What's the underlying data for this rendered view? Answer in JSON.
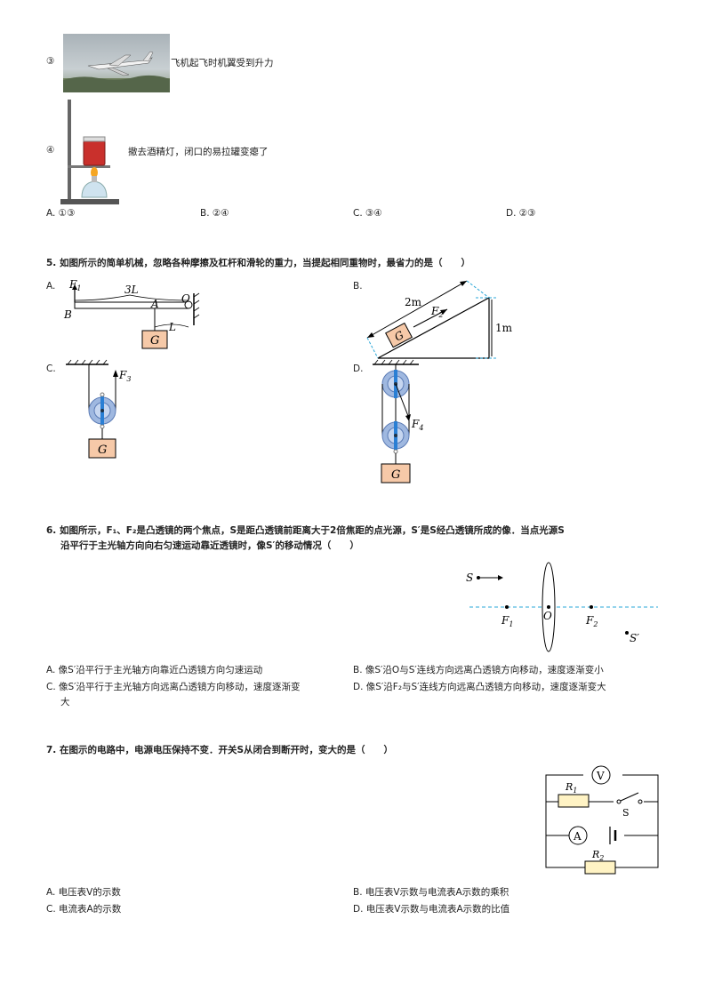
{
  "q4": {
    "item3": {
      "num": "③",
      "text": "飞机起飞时机翼受到升力"
    },
    "item4": {
      "num": "④",
      "text": "撤去酒精灯，闭口的易拉罐变瘪了"
    },
    "options": {
      "a": "A. ①③",
      "b": "B. ②④",
      "c": "C. ③④",
      "d": "D. ②③"
    }
  },
  "q5": {
    "stem": "5. 如图所示的简单机械，忽略各种摩擦及杠杆和滑轮的重力，当提起相同重物时，最省力的是（　　）",
    "fig_a": {
      "letter": "A.",
      "f": "F",
      "f_sub": "1",
      "len": "3L",
      "b": "B",
      "a": "A",
      "o": "O",
      "l": "L",
      "g": "G"
    },
    "fig_b": {
      "letter": "B.",
      "len": "2m",
      "f": "F",
      "f_sub": "2",
      "h": "1m",
      "g": "G"
    },
    "fig_c": {
      "letter": "C.",
      "f": "F",
      "f_sub": "3",
      "g": "G"
    },
    "fig_d": {
      "letter": "D.",
      "f": "F",
      "f_sub": "4",
      "g": "G"
    }
  },
  "q6": {
    "stem1": "6. 如图所示，F₁、F₂是凸透镜的两个焦点，S是距凸透镜前距离大于2倍焦距的点光源，S′是S经凸透镜所成的像．当点光源S",
    "stem2": "沿平行于主光轴方向向右匀速运动靠近透镜时，像S′的移动情况（　　）",
    "fig": {
      "s": "S",
      "f1": "F",
      "f1_sub": "1",
      "o": "O",
      "f2": "F",
      "f2_sub": "2",
      "s_img": "S′"
    },
    "options": {
      "a": "A. 像S′沿平行于主光轴方向靠近凸透镜方向匀速运动",
      "b": "B. 像S′沿O与S′连线方向远离凸透镜方向移动，速度逐渐变小",
      "c1": "C. 像S′沿平行于主光轴方向远离凸透镜方向移动，速度逐渐变",
      "c2": "大",
      "d": "D. 像S′沿F₂与S′连线方向远离凸透镜方向移动，速度逐渐变大"
    }
  },
  "q7": {
    "stem": "7. 在图示的电路中，电源电压保持不变．开关S从闭合到断开时，变大的是（　　）",
    "fig": {
      "v": "V",
      "r1": "R",
      "r1_sub": "1",
      "s": "S",
      "a": "A",
      "r2": "R",
      "r2_sub": "2"
    },
    "options": {
      "a": "A. 电压表V的示数",
      "b": "B. 电压表V示数与电流表A示数的乘积",
      "c": "C. 电流表A的示数",
      "d": "D. 电压表V示数与电流表A示数的比值"
    }
  }
}
